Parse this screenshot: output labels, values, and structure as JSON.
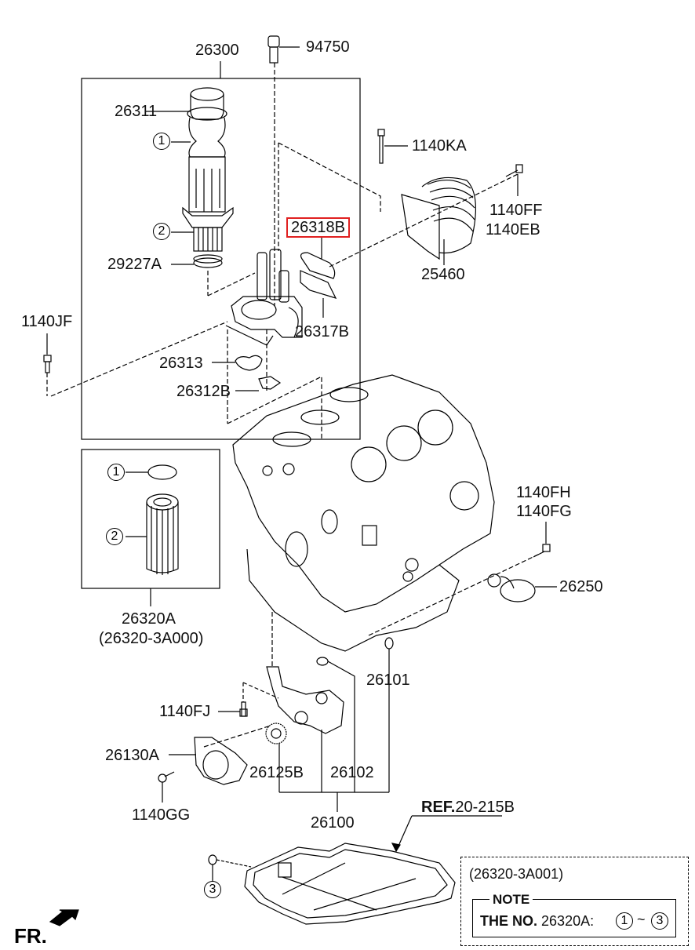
{
  "diagram": {
    "title": "Oil pump / oil filter / oil cooler parts diagram",
    "labels": {
      "l26300": "26300",
      "l94750": "94750",
      "l26311": "26311",
      "l1140KA": "1140KA",
      "l1140FF": "1140FF",
      "l1140EB": "1140EB",
      "l26318B": "26318B",
      "l25460": "25460",
      "l29227A": "29227A",
      "l1140JF": "1140JF",
      "l26317B": "26317B",
      "l26313": "26313",
      "l26312B": "26312B",
      "l26320A": "26320A",
      "l26320A_pn": "(26320-3A000)",
      "l1140FH": "1140FH",
      "l1140FG": "1140FG",
      "l26250": "26250",
      "l26101": "26101",
      "l1140FJ": "1140FJ",
      "l26130A": "26130A",
      "l26125B": "26125B",
      "l26102": "26102",
      "l1140GG": "1140GG",
      "l26100": "26100",
      "ref_prefix": "REF.",
      "ref_value": "20-215B",
      "fr": "FR."
    },
    "callouts": {
      "c1_top": "1",
      "c2_top": "2",
      "c1_kit": "1",
      "c2_kit": "2",
      "c3_pan": "3"
    },
    "selected_part": "26318B",
    "highlight_color": "#e02020",
    "note": {
      "part_number": "(26320-3A001)",
      "heading": "NOTE",
      "text_bold": "THE NO.",
      "text_part": "26320A:",
      "range_start": "1",
      "range_sep": "~",
      "range_end": "3"
    }
  }
}
